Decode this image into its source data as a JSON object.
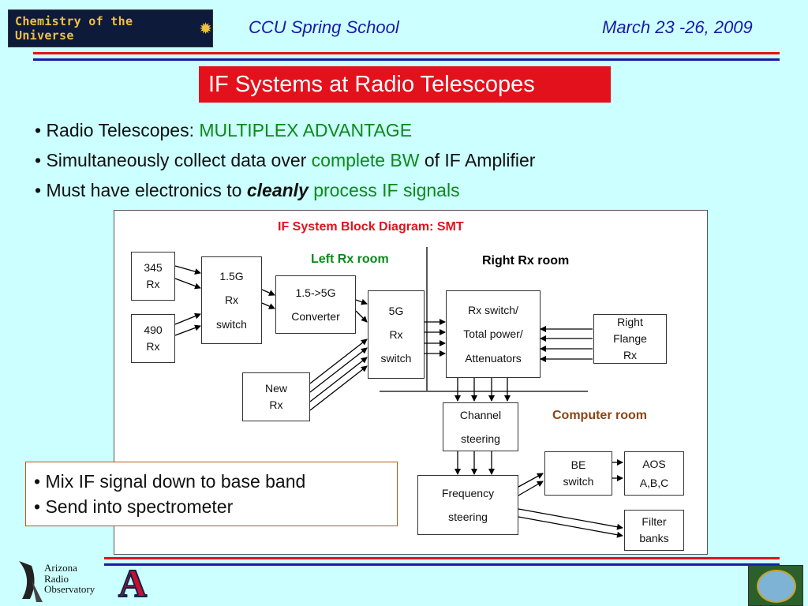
{
  "header": {
    "logo_text": "Chemistry of the Universe",
    "event": "CCU Spring School",
    "dates": "March 23 -26, 2009"
  },
  "title": "IF Systems at Radio Telescopes",
  "bullets": [
    {
      "prefix": "• Radio Telescopes: ",
      "highlight": "MULTIPLEX ADVANTAGE",
      "suffix": ""
    },
    {
      "prefix": "• Simultaneously collect data over ",
      "highlight": "complete BW",
      "suffix": " of IF Amplifier"
    },
    {
      "prefix": "• Must have electronics to ",
      "emphasis": "cleanly",
      "highlight": " process IF signals"
    }
  ],
  "diagram": {
    "title": "IF System Block Diagram: SMT",
    "rooms": {
      "left": "Left Rx room",
      "right": "Right Rx room",
      "computer": "Computer room"
    },
    "blocks": {
      "rx345": "345\nRx",
      "rx490": "490\nRx",
      "sw15": "1.5G\nRx\nswitch",
      "conv": "1.5->5G\nConverter",
      "newrx": "New\nRx",
      "sw5": "5G\nRx\nswitch",
      "rxsw": "Rx switch/\nTotal power/\nAttenuators",
      "flange": "Right\nFlange\nRx",
      "chan": "Channel\nsteering",
      "freq": "Frequency\nsteering",
      "be": "BE\nswitch",
      "aos": "AOS\nA,B,C",
      "filter": "Filter\nbanks"
    },
    "colors": {
      "title": "#e3111c",
      "left_room": "#0a8a1a",
      "right_room": "#000000",
      "computer_room": "#8b4513"
    }
  },
  "notes": [
    "• Mix IF signal down to base band",
    "• Send into spectrometer"
  ],
  "footer": {
    "aro_lines": [
      "Arizona",
      "Radio",
      "Observatory"
    ],
    "ua_letter": "A"
  }
}
